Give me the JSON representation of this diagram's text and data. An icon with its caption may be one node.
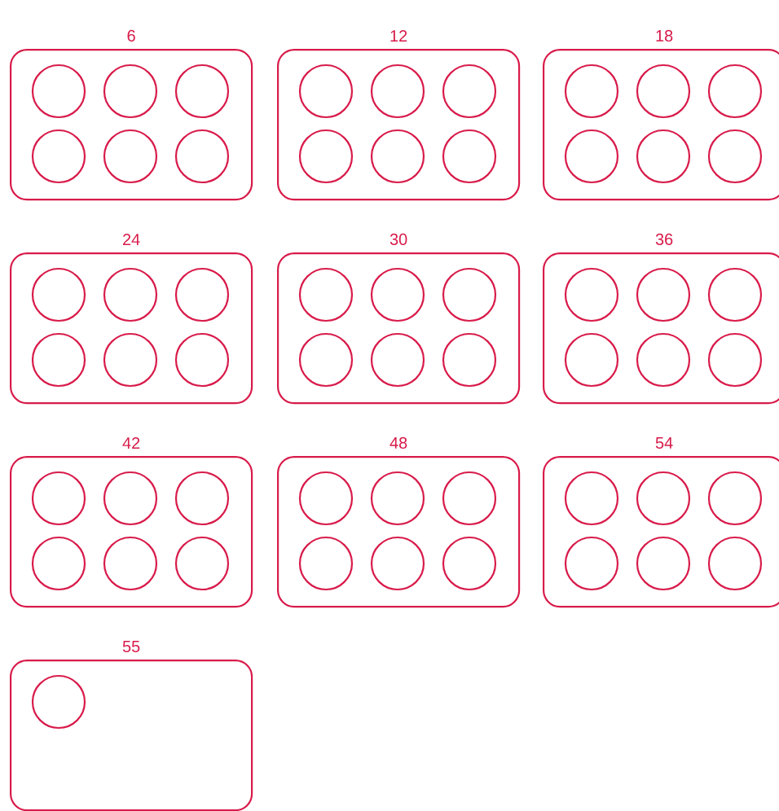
{
  "diagram": {
    "nodes": [
      {
        "text": [
          "6"
        ]
      },
      {
        "text": [],
        "shape": "circle",
        "in": 0
      },
      {
        "text": [],
        "shape": "circle",
        "in": 0
      },
      {
        "text": [],
        "shape": "circle",
        "in": 0
      },
      {
        "text": [],
        "shape": "circle",
        "in": 0
      },
      {
        "text": [],
        "shape": "circle",
        "in": 0
      },
      {
        "text": [],
        "shape": "circle",
        "in": 0
      },
      {
        "text": [
          "12"
        ]
      },
      {
        "text": [],
        "shape": "circle",
        "in": 7
      },
      {
        "text": [],
        "shape": "circle",
        "in": 7
      },
      {
        "text": [],
        "shape": "circle",
        "in": 7
      },
      {
        "text": [],
        "shape": "circle",
        "in": 7
      },
      {
        "text": [],
        "shape": "circle",
        "in": 7
      },
      {
        "text": [],
        "shape": "circle",
        "in": 7
      },
      {
        "text": [
          "18"
        ]
      },
      {
        "text": [],
        "shape": "circle",
        "in": 14
      },
      {
        "text": [],
        "shape": "circle",
        "in": 14
      },
      {
        "text": [],
        "shape": "circle",
        "in": 14
      },
      {
        "text": [],
        "shape": "circle",
        "in": 14
      },
      {
        "text": [],
        "shape": "circle",
        "in": 14
      },
      {
        "text": [],
        "shape": "circle",
        "in": 14
      },
      {
        "text": [
          "24"
        ]
      },
      {
        "text": [],
        "shape": "circle",
        "in": 21
      },
      {
        "text": [],
        "shape": "circle",
        "in": 21
      },
      {
        "text": [],
        "shape": "circle",
        "in": 21
      },
      {
        "text": [],
        "shape": "circle",
        "in": 21
      },
      {
        "text": [],
        "shape": "circle",
        "in": 21
      },
      {
        "text": [],
        "shape": "circle",
        "in": 21
      },
      {
        "text": [
          "30"
        ]
      },
      {
        "text": [],
        "shape": "circle",
        "in": 28
      },
      {
        "text": [],
        "shape": "circle",
        "in": 28
      },
      {
        "text": [],
        "shape": "circle",
        "in": 28
      },
      {
        "text": [],
        "shape": "circle",
        "in": 28
      },
      {
        "text": [],
        "shape": "circle",
        "in": 28
      },
      {
        "text": [],
        "shape": "circle",
        "in": 28
      },
      {
        "text": [
          "36"
        ]
      },
      {
        "text": [],
        "shape": "circle",
        "in": 35
      },
      {
        "text": [],
        "shape": "circle",
        "in": 35
      },
      {
        "text": [],
        "shape": "circle",
        "in": 35
      },
      {
        "text": [],
        "shape": "circle",
        "in": 35
      },
      {
        "text": [],
        "shape": "circle",
        "in": 35
      },
      {
        "text": [],
        "shape": "circle",
        "in": 35
      },
      {
        "text": [
          "42"
        ]
      },
      {
        "text": [],
        "shape": "circle",
        "in": 42
      },
      {
        "text": [],
        "shape": "circle",
        "in": 42
      },
      {
        "text": [],
        "shape": "circle",
        "in": 42
      },
      {
        "text": [],
        "shape": "circle",
        "in": 42
      },
      {
        "text": [],
        "shape": "circle",
        "in": 42
      },
      {
        "text": [],
        "shape": "circle",
        "in": 42
      },
      {
        "text": [
          "48"
        ]
      },
      {
        "text": [],
        "shape": "circle",
        "in": 49
      },
      {
        "text": [],
        "shape": "circle",
        "in": 49
      },
      {
        "text": [],
        "shape": "circle",
        "in": 49
      },
      {
        "text": [],
        "shape": "circle",
        "in": 49
      },
      {
        "text": [],
        "shape": "circle",
        "in": 49
      },
      {
        "text": [],
        "shape": "circle",
        "in": 49
      },
      {
        "text": [
          "54"
        ]
      },
      {
        "text": [],
        "shape": "circle",
        "in": 56
      },
      {
        "text": [],
        "shape": "circle",
        "in": 56
      },
      {
        "text": [],
        "shape": "circle",
        "in": 56
      },
      {
        "text": [],
        "shape": "circle",
        "in": 56
      },
      {
        "text": [],
        "shape": "circle",
        "in": 56
      },
      {
        "text": [],
        "shape": "circle",
        "in": 56
      },
      {
        "text": [
          "55"
        ]
      },
      {
        "text": [],
        "shape": "circle",
        "in": 63
      }
    ]
  }
}
